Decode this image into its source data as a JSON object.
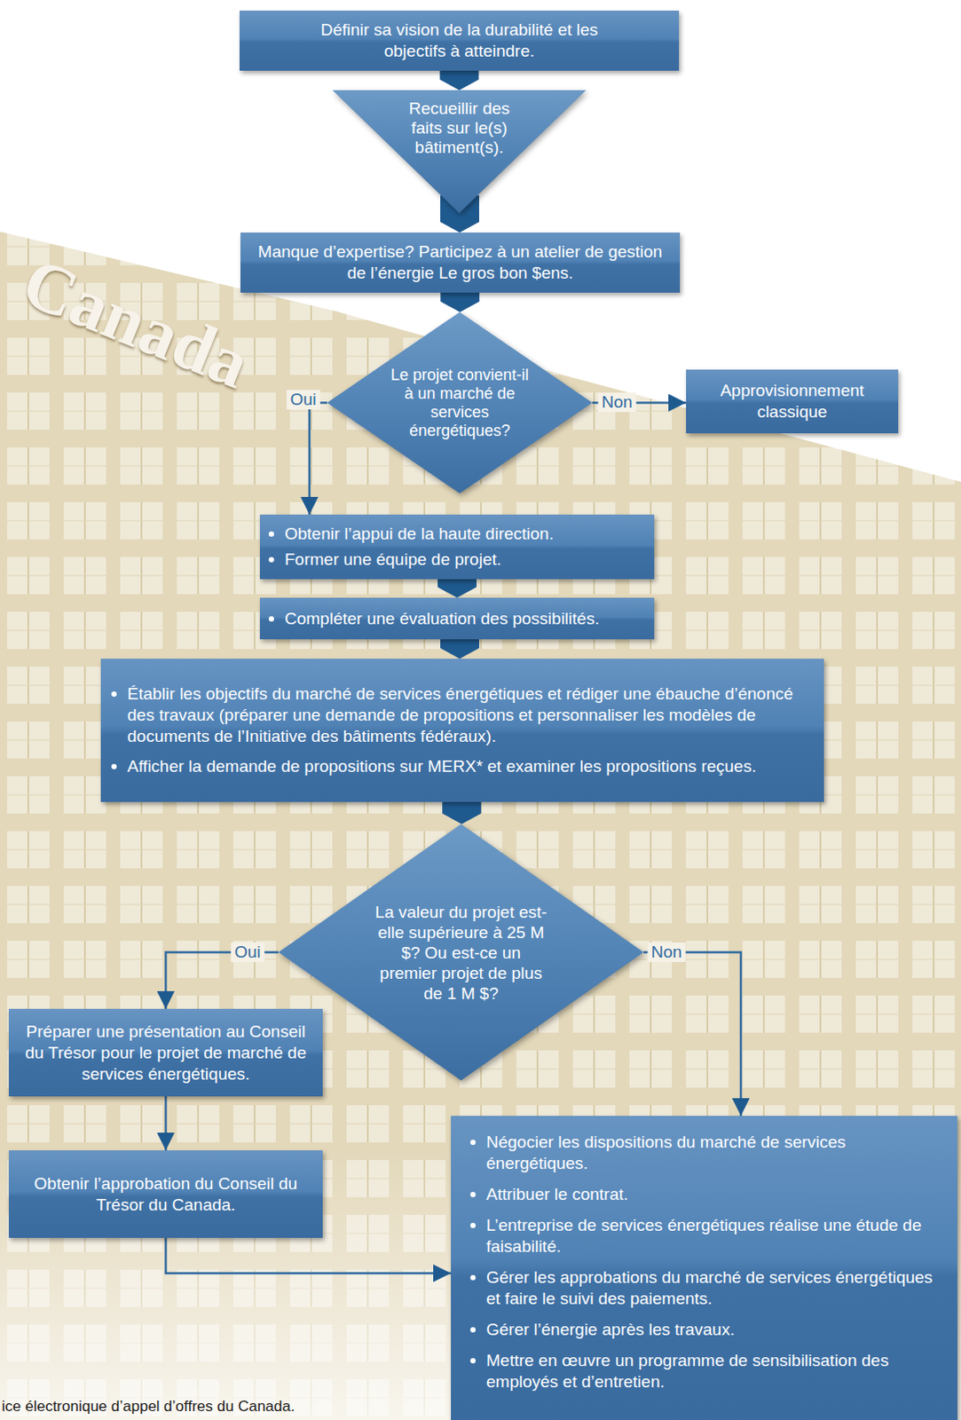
{
  "diagram": {
    "nodes": [
      {
        "text": [
          "Définir sa vision de la durabilité et les objectifs à atteindre."
        ]
      },
      {
        "text": [
          "Recueillir des faits sur le(s) bâtiment(s)."
        ]
      },
      {
        "text": [
          "Manque d’expertise? Participez à un atelier de gestion de l’énergie Le gros bon $ens."
        ]
      },
      {
        "text": [
          "Le projet convient-il à un marché de services énergétiques?"
        ]
      },
      {
        "text": [
          "Approvisionnement classique"
        ]
      },
      {
        "text": [
          "Obtenir l’appui de la haute direction.",
          "Former une équipe de projet."
        ]
      },
      {
        "text": [
          "Compléter une évaluation des possibilités."
        ]
      },
      {
        "text": [
          "Établir les objectifs du marché de services énergétiques et rédiger une ébauche d’énoncé des travaux (préparer une demande de propositions et personnaliser les modèles de documents de l’Initiative des bâtiments fédéraux).",
          "Afficher la demande de propositions sur MERX* et examiner les propositions reçues."
        ]
      },
      {
        "text": [
          "La valeur du projet est-elle supérieure à 25 M $? Ou est-ce un premier projet de plus de 1 M $?"
        ]
      },
      {
        "text": [
          "Préparer une présentation au Conseil du Trésor pour le projet de marché de services énergétiques."
        ]
      },
      {
        "text": [
          "Obtenir l’approbation du Conseil du Trésor du Canada."
        ]
      },
      {
        "text": [
          "Négocier les dispositions du marché de services énergétiques.",
          "Attribuer le contrat.",
          "L’entreprise de services énergétiques réalise une étude de faisabilité.",
          "Gérer les approbations du marché de services énergétiques et faire le suivi des paiements.",
          "Gérer l’énergie après les travaux.",
          "Mettre en œuvre un programme de sensibilisation des employés et d’entretien."
        ]
      }
    ],
    "edges": [
      {
        "from": 0,
        "to": 1,
        "arrow": "to"
      },
      {
        "from": 1,
        "to": 2,
        "arrow": "to"
      },
      {
        "from": 2,
        "to": 3,
        "arrow": "to"
      },
      {
        "from": 3,
        "to": 4,
        "label": "Non",
        "arrow": "to"
      },
      {
        "from": 3,
        "to": 5,
        "label": "Oui",
        "arrow": "to"
      },
      {
        "from": 5,
        "to": 6,
        "arrow": "to"
      },
      {
        "from": 6,
        "to": 7,
        "arrow": "to"
      },
      {
        "from": 7,
        "to": 8,
        "arrow": "to"
      },
      {
        "from": 8,
        "to": 9,
        "label": "Oui",
        "arrow": "to"
      },
      {
        "from": 8,
        "to": 11,
        "label": "Non",
        "arrow": "to"
      },
      {
        "from": 9,
        "to": 10,
        "arrow": "to"
      },
      {
        "from": 10,
        "to": 11,
        "arrow": "to"
      }
    ],
    "labels": [
      "Canada",
      "ice électronique d’appel d’offres du Canada."
    ]
  }
}
